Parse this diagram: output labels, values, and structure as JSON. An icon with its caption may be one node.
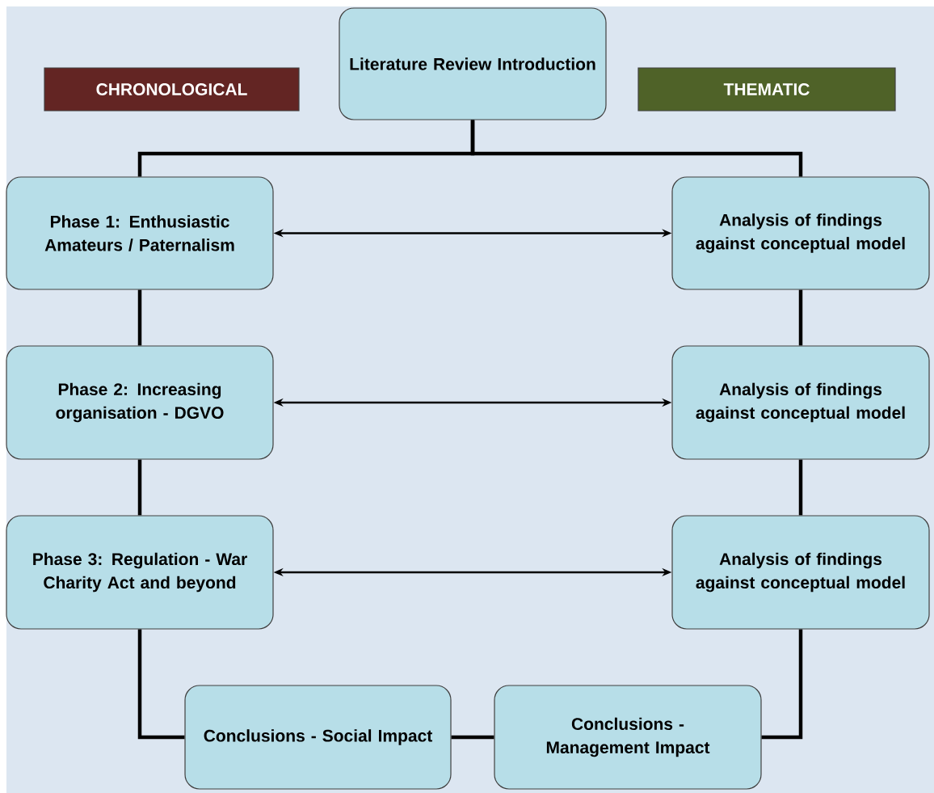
{
  "diagram": {
    "nodes": [
      {
        "text": [
          "Literature Review Introduction"
        ]
      },
      {
        "text": [
          "CHRONOLOGICAL"
        ]
      },
      {
        "text": [
          "THEMATIC"
        ]
      },
      {
        "text": [
          "Phase 1: Enthusiastic Amateurs / Paternalism"
        ]
      },
      {
        "text": [
          "Analysis of findings against conceptual model"
        ]
      },
      {
        "text": [
          "Phase 2: Increasing organisation - DGVO"
        ]
      },
      {
        "text": [
          "Analysis of findings against conceptual model"
        ]
      },
      {
        "text": [
          "Phase 3: Regulation - War Charity Act and beyond"
        ]
      },
      {
        "text": [
          "Analysis of findings against conceptual model"
        ]
      },
      {
        "text": [
          "Conclusions - Social Impact"
        ]
      },
      {
        "text": [
          "Conclusions - Management Impact"
        ]
      }
    ],
    "edges": [
      {
        "from": 0,
        "to": 3,
        "arrow": "none"
      },
      {
        "from": 0,
        "to": 4,
        "arrow": "none"
      },
      {
        "from": 3,
        "to": 4,
        "arrow": "both"
      },
      {
        "from": 3,
        "to": 5,
        "arrow": "none"
      },
      {
        "from": 4,
        "to": 6,
        "arrow": "none"
      },
      {
        "from": 5,
        "to": 6,
        "arrow": "both"
      },
      {
        "from": 5,
        "to": 7,
        "arrow": "none"
      },
      {
        "from": 6,
        "to": 8,
        "arrow": "none"
      },
      {
        "from": 7,
        "to": 8,
        "arrow": "both"
      },
      {
        "from": 7,
        "to": 9,
        "arrow": "none"
      },
      {
        "from": 8,
        "to": 10,
        "arrow": "none"
      },
      {
        "from": 9,
        "to": 10,
        "arrow": "none"
      }
    ]
  }
}
